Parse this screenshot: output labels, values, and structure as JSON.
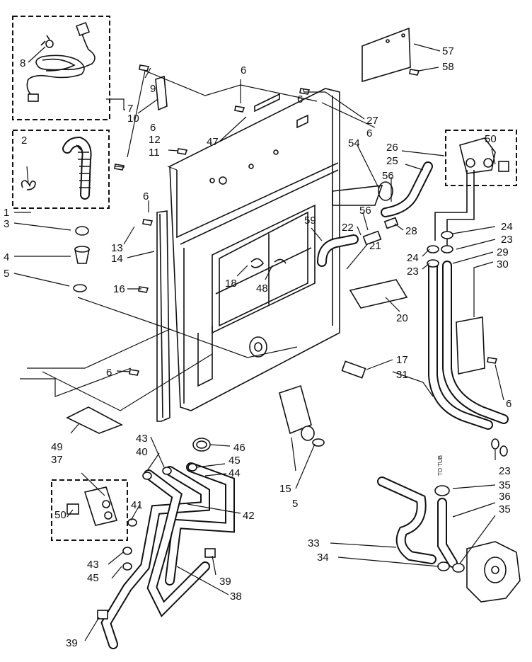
{
  "labels": [
    {
      "id": "8",
      "text": "8"
    },
    {
      "id": "7",
      "text": "7"
    },
    {
      "id": "9",
      "text": "9"
    },
    {
      "id": "10",
      "text": "10"
    },
    {
      "id": "2",
      "text": "2"
    },
    {
      "id": "1",
      "text": "1"
    },
    {
      "id": "3",
      "text": "3"
    },
    {
      "id": "4",
      "text": "4"
    },
    {
      "id": "5a",
      "text": "5"
    },
    {
      "id": "6a",
      "text": "6"
    },
    {
      "id": "12",
      "text": "12"
    },
    {
      "id": "11",
      "text": "11"
    },
    {
      "id": "6b",
      "text": "6"
    },
    {
      "id": "6c",
      "text": "6"
    },
    {
      "id": "13",
      "text": "13"
    },
    {
      "id": "14",
      "text": "14"
    },
    {
      "id": "16",
      "text": "16"
    },
    {
      "id": "18",
      "text": "18"
    },
    {
      "id": "48",
      "text": "48"
    },
    {
      "id": "47",
      "text": "47"
    },
    {
      "id": "6d",
      "text": "6"
    },
    {
      "id": "27",
      "text": "27"
    },
    {
      "id": "6e",
      "text": "6"
    },
    {
      "id": "57",
      "text": "57"
    },
    {
      "id": "58",
      "text": "58"
    },
    {
      "id": "54",
      "text": "54"
    },
    {
      "id": "26",
      "text": "26"
    },
    {
      "id": "25",
      "text": "25"
    },
    {
      "id": "50a",
      "text": "50"
    },
    {
      "id": "56a",
      "text": "56"
    },
    {
      "id": "56b",
      "text": "56"
    },
    {
      "id": "22",
      "text": "22"
    },
    {
      "id": "28",
      "text": "28"
    },
    {
      "id": "59",
      "text": "59"
    },
    {
      "id": "21",
      "text": "21"
    },
    {
      "id": "24a",
      "text": "24"
    },
    {
      "id": "23a",
      "text": "23"
    },
    {
      "id": "24b",
      "text": "24"
    },
    {
      "id": "23b",
      "text": "23"
    },
    {
      "id": "29",
      "text": "29"
    },
    {
      "id": "30",
      "text": "30"
    },
    {
      "id": "20",
      "text": "20"
    },
    {
      "id": "17",
      "text": "17"
    },
    {
      "id": "31",
      "text": "31"
    },
    {
      "id": "6f",
      "text": "6"
    },
    {
      "id": "6g",
      "text": "6"
    },
    {
      "id": "49",
      "text": "49"
    },
    {
      "id": "37",
      "text": "37"
    },
    {
      "id": "50b",
      "text": "50"
    },
    {
      "id": "43a",
      "text": "43"
    },
    {
      "id": "40",
      "text": "40"
    },
    {
      "id": "41",
      "text": "41"
    },
    {
      "id": "46",
      "text": "46"
    },
    {
      "id": "45a",
      "text": "45"
    },
    {
      "id": "44",
      "text": "44"
    },
    {
      "id": "42",
      "text": "42"
    },
    {
      "id": "15",
      "text": "15"
    },
    {
      "id": "5b",
      "text": "5"
    },
    {
      "id": "23c",
      "text": "23"
    },
    {
      "id": "35a",
      "text": "35"
    },
    {
      "id": "36",
      "text": "36"
    },
    {
      "id": "35b",
      "text": "35"
    },
    {
      "id": "33",
      "text": "33"
    },
    {
      "id": "34",
      "text": "34"
    },
    {
      "id": "43b",
      "text": "43"
    },
    {
      "id": "45b",
      "text": "45"
    },
    {
      "id": "39a",
      "text": "39"
    },
    {
      "id": "38",
      "text": "38"
    },
    {
      "id": "39b",
      "text": "39"
    }
  ],
  "annotations": {
    "to_tub": "TO TUB"
  }
}
